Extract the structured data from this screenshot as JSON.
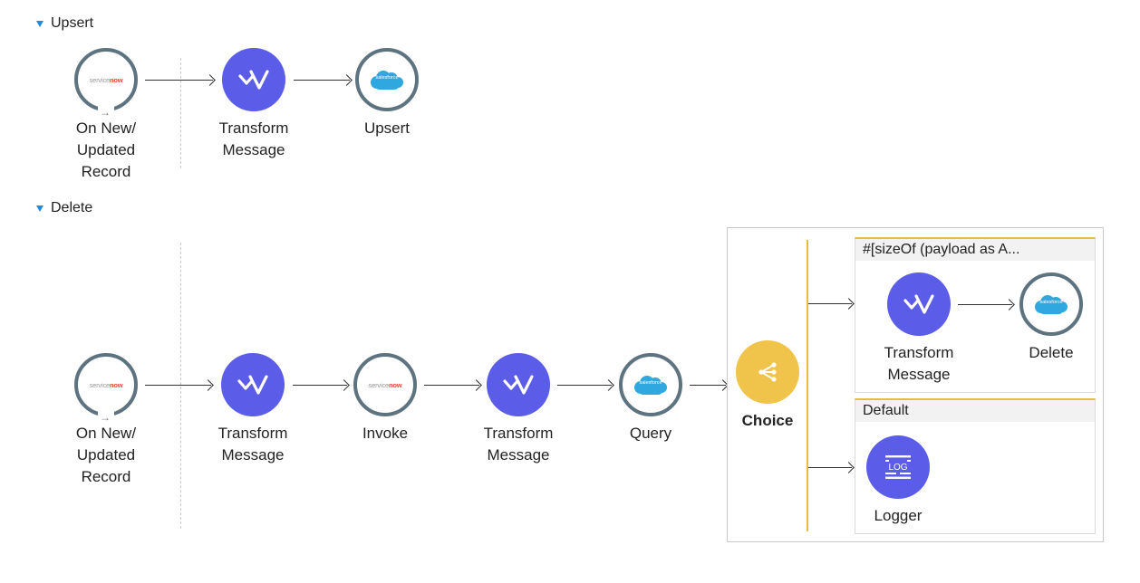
{
  "flows": {
    "upsert": {
      "title": "Upsert",
      "nodes": [
        {
          "label": "On New/\nUpdated\nRecord",
          "icon": "servicenow-icon"
        },
        {
          "label": "Transform\nMessage",
          "icon": "dataweave-icon"
        },
        {
          "label": "Upsert",
          "icon": "salesforce-icon"
        }
      ]
    },
    "delete": {
      "title": "Delete",
      "nodes": [
        {
          "label": "On New/\nUpdated\nRecord",
          "icon": "servicenow-icon"
        },
        {
          "label": "Transform\nMessage",
          "icon": "dataweave-icon"
        },
        {
          "label": "Invoke",
          "icon": "servicenow-icon"
        },
        {
          "label": "Transform\nMessage",
          "icon": "dataweave-icon"
        },
        {
          "label": "Query",
          "icon": "salesforce-icon"
        },
        {
          "label": "Choice",
          "icon": "choice-router-icon"
        }
      ],
      "routes": [
        {
          "title": "#[sizeOf (payload as A...",
          "nodes": [
            {
              "label": "Transform\nMessage",
              "icon": "dataweave-icon"
            },
            {
              "label": "Delete",
              "icon": "salesforce-icon"
            }
          ]
        },
        {
          "title": "Default",
          "nodes": [
            {
              "label": "Logger",
              "icon": "logger-icon"
            }
          ]
        }
      ]
    }
  },
  "logos": {
    "servicenow_a": "service",
    "servicenow_b": "now",
    "salesforce": "salesforce",
    "logger": "LOG"
  },
  "colors": {
    "accent_blue": "#1f8ae0",
    "dataweave": "#5b5ce8",
    "choice": "#f0c34a",
    "connector_ring": "#5e7380",
    "salesforce": "#2ea8de",
    "servicenow_red": "#e2483a"
  }
}
